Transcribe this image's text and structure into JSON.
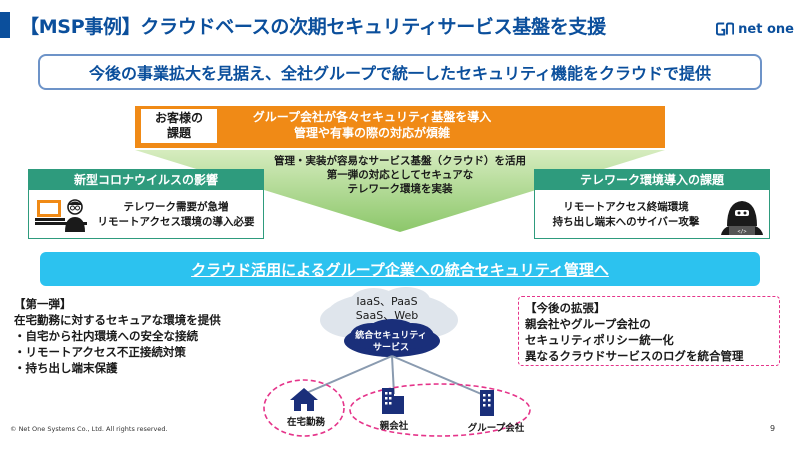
{
  "header": {
    "title": "【MSP事例】クラウドベースの次期セキュリティサービス基盤を支援",
    "logo_text": "net one"
  },
  "headline": "今後の事業拡大を見据え、全社グループで統一したセキュリティ機能をクラウドで提供",
  "issue": {
    "label_line1": "お客様の",
    "label_line2": "課題",
    "text_line1": "グループ会社が各々セキュリティ基盤を導入",
    "text_line2": "管理や有事の際の対応が煩雑"
  },
  "funnel_text": {
    "line1": "管理・実装が容易なサービス基盤（クラウド）を活用",
    "line2": "第一弾の対応としてセキュアな",
    "line3": "テレワーク環境を実装"
  },
  "covid": {
    "heading": "新型コロナウイルスの影響",
    "line1": "テレワーク需要が急増",
    "line2": "リモートアクセス環境の導入必要"
  },
  "telework": {
    "heading": "テレワーク環境導入の課題",
    "line1": "リモートアクセス終端環境",
    "line2": "持ち出し端末へのサイバー攻撃"
  },
  "banner": "クラウド活用によるグループ企業への統合セキュリティ管理へ",
  "first_phase": {
    "heading": "【第一弾】",
    "lead": "在宅勤務に対するセキュアな環境を提供",
    "items": [
      "・自宅から社内環境への安全な接続",
      "・リモートアクセス不正接続対策",
      "・持ち出し端末保護"
    ]
  },
  "future": {
    "heading": "【今後の拡張】",
    "line1": "親会社やグループ会社の",
    "line2": "セキュリティポリシー統一化",
    "line3": "異なるクラウドサービスのログを統合管理"
  },
  "cloud": {
    "line1": "IaaS、PaaS",
    "line2": "SaaS、Web",
    "core_line1": "統合セキュリティ",
    "core_line2": "サービス"
  },
  "nodes": {
    "home": "在宅勤務",
    "parent": "親会社",
    "group": "グループ会社"
  },
  "footer": {
    "copyright": "© Net One Systems Co., Ltd. All rights reserved.",
    "page": "9"
  },
  "colors": {
    "brand_blue": "#0b4f9c",
    "orange": "#f08a16",
    "green": "#2e9b7d",
    "banner_cyan": "#2cc2ef",
    "dashed_pink": "#e5348a"
  }
}
